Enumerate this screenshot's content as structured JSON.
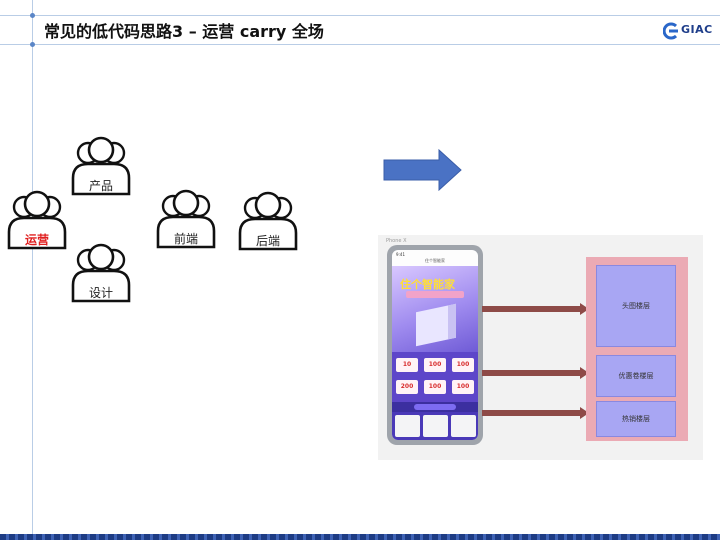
{
  "slide": {
    "title": "常见的低代码思路3 – 运营 carry 全场",
    "logo_text": "GIAC"
  },
  "roles": [
    {
      "id": "product",
      "label": "产品",
      "active": false
    },
    {
      "id": "ops",
      "label": "运营",
      "active": true
    },
    {
      "id": "design",
      "label": "设计",
      "active": false
    },
    {
      "id": "frontend",
      "label": "前端",
      "active": false
    },
    {
      "id": "backend",
      "label": "后端",
      "active": false
    }
  ],
  "colors": {
    "accent_red": "#e01f1f",
    "arrow_blue": "#4a72c4",
    "floor_purple": "#a8a6f3",
    "floor_pink": "#ebaab4",
    "connector_brown": "#8e4b48"
  },
  "mockup": {
    "device_caption": "Phone X",
    "status_time": "9:41",
    "nav_title": "住个智能家",
    "banner_title": "住个智能家",
    "coupons": [
      "10",
      "100",
      "100",
      "200",
      "100",
      "100"
    ],
    "floors": [
      {
        "id": "head",
        "label": "头图楼层"
      },
      {
        "id": "coupon",
        "label": "优惠卷楼层"
      },
      {
        "id": "hot",
        "label": "热销楼层"
      }
    ]
  },
  "icons": {
    "person": "person-outline-icon",
    "arrow": "right-arrow-icon",
    "logo": "giac-logo-icon"
  }
}
